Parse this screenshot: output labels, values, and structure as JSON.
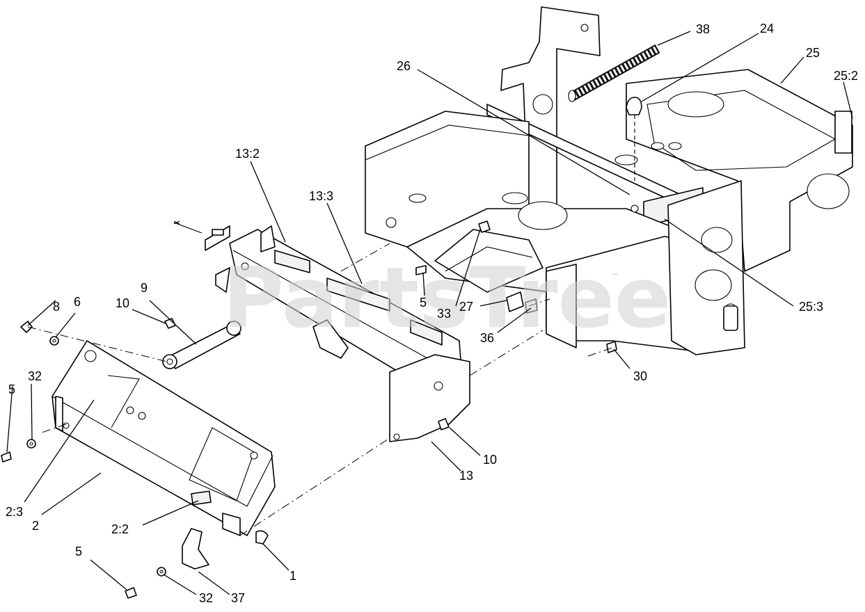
{
  "watermark": {
    "text": "PartsTree",
    "mark": "™"
  },
  "callouts": {
    "c38": "38",
    "c24": "24",
    "c25": "25",
    "c25_2": "25:2",
    "c26": "26",
    "c13_2": "13:2",
    "c13_3": "13:3",
    "c25_3": "25:3",
    "c8": "8",
    "c6": "6",
    "c10a": "10",
    "c9": "9",
    "c5a": "5",
    "c33": "33",
    "c27": "27",
    "c36": "36",
    "c30": "30",
    "c32a": "32",
    "c5b": "5",
    "c10b": "10",
    "c13": "13",
    "c2_3": "2:3",
    "c2": "2",
    "c2_2": "2:2",
    "c1": "1",
    "c5c": "5",
    "c32b": "32",
    "c37": "37"
  }
}
